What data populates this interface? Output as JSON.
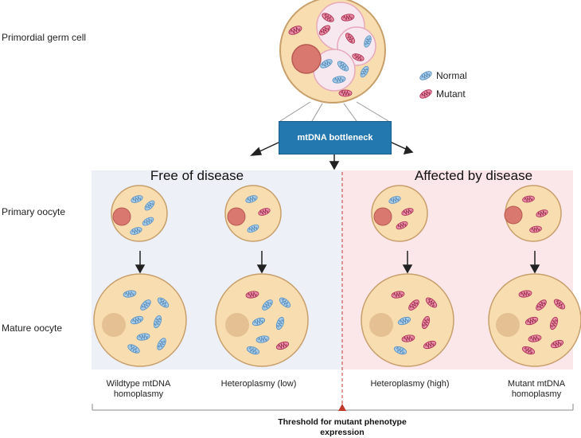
{
  "row_labels": {
    "primordial": "Primordial germ cell",
    "primary": "Primary oocyte",
    "mature": "Mature oocyte"
  },
  "legend": {
    "normal": "Normal",
    "mutant": "Mutant"
  },
  "bottleneck_label": "mtDNA bottleneck",
  "panels": {
    "left_title": "Free of disease",
    "right_title": "Affected by disease"
  },
  "captions": {
    "c1": "Wildtype mtDNA homoplasmy",
    "c2": "Heteroplasmy (low)",
    "c3": "Heteroplasmy (high)",
    "c4": "Mutant mtDNA homoplasmy"
  },
  "threshold_label": "Threshold for mutant phenotype expression",
  "colors": {
    "cell_fill": "#f8ddb0",
    "cell_stroke": "#c79f6b",
    "nucleus_red": "#d9786e",
    "nucleus_tan": "#e4c093",
    "normal_mito": "#a9cde8",
    "mutant_mito": "#ea8fa5",
    "bottleneck": "#2478b0",
    "threshold_marker": "#c0392b"
  }
}
